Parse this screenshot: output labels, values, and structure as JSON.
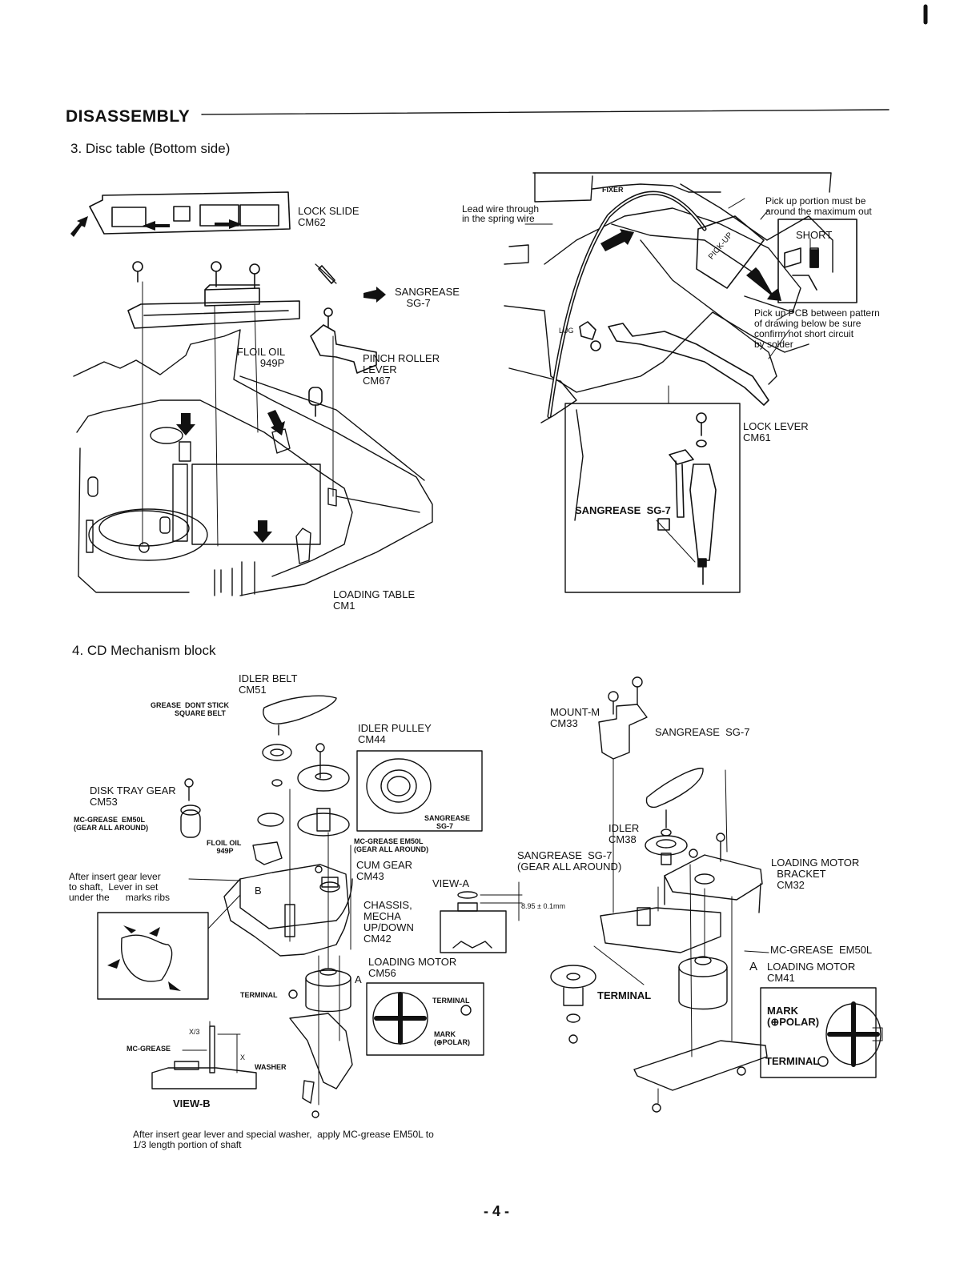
{
  "page": {
    "title": "DISASSEMBLY",
    "number": "- 4 -"
  },
  "sec3": {
    "heading": "3.   Disc table (Bottom side)",
    "lock_slide": "LOCK SLIDE\nCM62",
    "sangrease_top": "SANGREASE\n    SG-7",
    "floil_oil": "FLOIL OIL\n        949P",
    "pinch_roller": "PINCH ROLLER\nLEVER\nCM67",
    "loading_table": "LOADING TABLE\nCM1",
    "lead_wire": "Lead wire through\nin the spring wire",
    "fixer": "FIXER",
    "pickup_portion": "Pick up portion must be\naround the maximum out",
    "short": "SHORT",
    "pickup_label": "PICK-UP",
    "pickup_pcb": "Pick up PCB between pattern\nof drawing below be sure\nconfirm not short circuit\nby solder",
    "lug": "LUG",
    "lock_lever": "LOCK LEVER\nCM61",
    "sangrease_sg7": "SANGREASE  SG-7"
  },
  "sec4": {
    "heading": "4.   CD Mechanism block",
    "idler_belt": "IDLER BELT\nCM51",
    "grease_note": "GREASE  DONT STICK\n            SQUARE BELT",
    "idler_pulley": "IDLER PULLEY\nCM44",
    "disk_tray_gear": "DISK TRAY GEAR\nCM53",
    "mc_grease_gear": "MC-GREASE  EM50L\n(GEAR ALL AROUND)",
    "floil_oil": "FLOIL OIL\n     949P",
    "sangrease_inset": "SANGREASE\n      SG-7",
    "mc_grease_em50l": "MC-GREASE EM50L\n(GEAR ALL AROUND)",
    "cum_gear": "CUM GEAR\nCM43",
    "after_insert": "After insert gear lever\nto shaft,  Lever in set\nunder the      marks ribs",
    "view_a": "VIEW-A",
    "dimension": "8.95 ± 0.1mm",
    "chassis": "CHASSIS,\nMECHA\nUP/DOWN\nCM42",
    "loading_motor_cm56": "LOADING MOTOR\nCM56",
    "terminal": "TERMINAL",
    "terminal_inset": "TERMINAL",
    "mark_inset": "MARK\n(⊕POLAR)",
    "x_third": "X/3",
    "x": "X",
    "mc_grease": "MC-GREASE",
    "washer": "WASHER",
    "view_b": "VIEW-B",
    "bottom_note": "After insert gear lever and special washer,  apply MC-grease EM50L to\n1/3 length portion of shaft",
    "mount_m": "MOUNT-M\nCM33",
    "sangrease_mount": "SANGREASE  SG-7",
    "idler": "IDLER\nCM38",
    "sangrease_gear": "SANGREASE  SG-7\n(GEAR ALL AROUND)",
    "motor_bracket": "LOADING MOTOR\n  BRACKET\n  CM32",
    "mc_grease_right": "MC-GREASE  EM50L",
    "loading_motor_cm41": "LOADING MOTOR\nCM41",
    "a_label": "A",
    "a_label_left": "A",
    "b_label": "B",
    "terminal_right": "TERMINAL",
    "mark_right": "MARK\n(⊕POLAR)",
    "terminal_right_inset": "TERMINAL"
  }
}
